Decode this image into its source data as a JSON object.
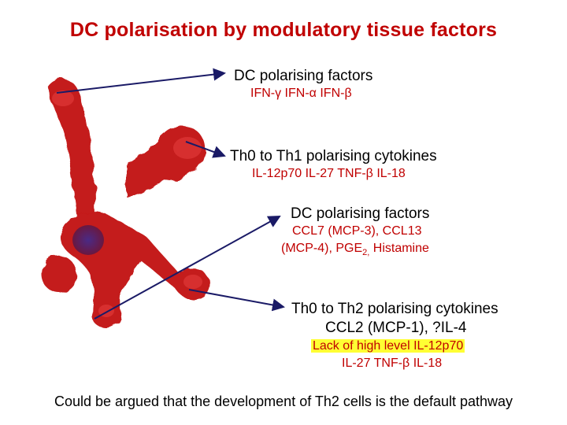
{
  "title": "DC polarisation by modulatory tissue factors",
  "block1": {
    "heading": "DC polarising factors",
    "factors": "IFN-γ IFN-α IFN-β"
  },
  "block2": {
    "heading": "Th0 to Th1 polarising cytokines",
    "factors": "IL-12p70 IL-27 TNF-β IL-18"
  },
  "block3": {
    "heading": "DC polarising factors",
    "line1": "CCL7 (MCP-3), CCL13",
    "line2_a": "(MCP-4), PGE",
    "line2_sub": "2,",
    "line2_b": " Histamine"
  },
  "block4": {
    "heading_line1": "Th0 to Th2 polarising cytokines",
    "heading_line2": "CCL2 (MCP-1), ?IL-4",
    "highlight": "Lack of high level IL-12p70",
    "factors": "IL-27 TNF-β IL-18"
  },
  "footer": "Could be argued that the development of Th2 cells is the default pathway",
  "colors": {
    "title": "#c00000",
    "factor_text": "#c00000",
    "highlight": "#ffff33",
    "arrow": "#1a1a66",
    "cell_body": "#c41a1a",
    "nucleus": "#3a1f6e"
  },
  "image": {
    "subject": "dendritic-cell-micrograph"
  }
}
